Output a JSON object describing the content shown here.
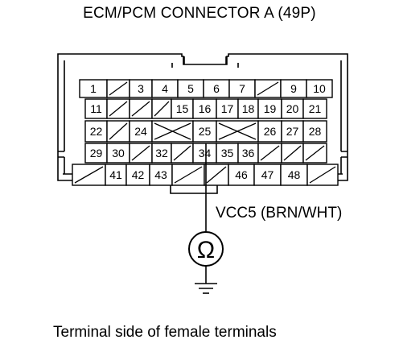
{
  "title": "ECM/PCM CONNECTOR A (49P)",
  "wire_label": "VCC5 (BRN/WHT)",
  "meter_symbol": "Ω",
  "caption": "Terminal side of female terminals",
  "rows": [
    [
      {
        "t": "1"
      },
      {
        "t": "/"
      },
      {
        "t": "3"
      },
      {
        "t": "4"
      },
      {
        "t": "5"
      },
      {
        "t": "6"
      },
      {
        "t": "7"
      },
      {
        "t": "/"
      },
      {
        "t": "9"
      },
      {
        "t": "10"
      }
    ],
    [
      {
        "t": "11"
      },
      {
        "t": "/"
      },
      {
        "t": "/"
      },
      {
        "t": "/"
      },
      {
        "t": "15"
      },
      {
        "t": "16"
      },
      {
        "t": "17"
      },
      {
        "t": "18"
      },
      {
        "t": "19"
      },
      {
        "t": "20"
      },
      {
        "t": "21"
      }
    ],
    [
      {
        "t": "22"
      },
      {
        "t": "/"
      },
      {
        "t": "24"
      },
      {
        "t": "X",
        "span": 2
      },
      {
        "t": "25"
      },
      {
        "t": "X",
        "span": 2
      },
      {
        "t": "26"
      },
      {
        "t": "27"
      },
      {
        "t": "28"
      }
    ],
    [
      {
        "t": "29"
      },
      {
        "t": "30"
      },
      {
        "t": "/"
      },
      {
        "t": "32"
      },
      {
        "t": "/"
      },
      {
        "t": "34"
      },
      {
        "t": "35"
      },
      {
        "t": "36"
      },
      {
        "t": "/"
      },
      {
        "t": "/"
      },
      {
        "t": "/"
      }
    ],
    [
      {
        "t": "/"
      },
      {
        "t": "41"
      },
      {
        "t": "42"
      },
      {
        "t": "43"
      },
      {
        "t": "/"
      },
      {
        "t": "/"
      },
      {
        "t": "46"
      },
      {
        "t": "47"
      },
      {
        "t": "48"
      },
      {
        "t": "/"
      }
    ]
  ]
}
